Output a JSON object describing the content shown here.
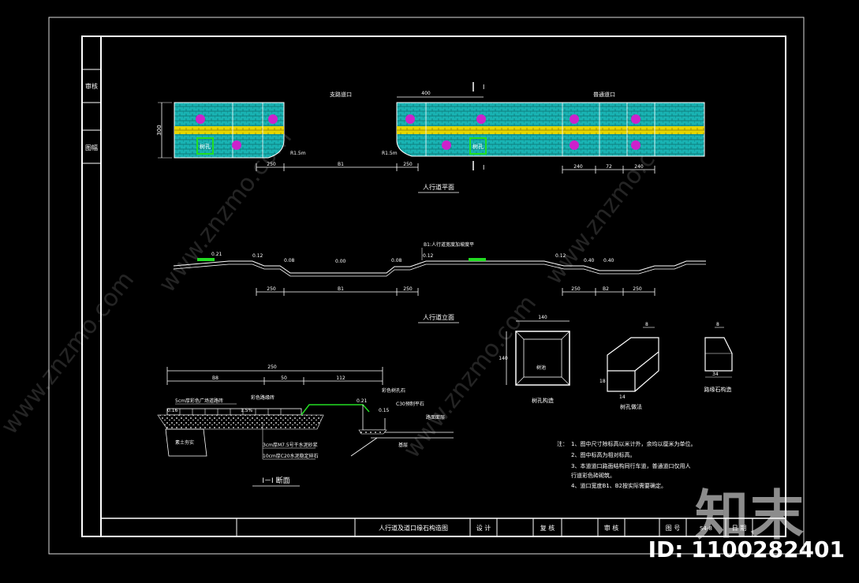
{
  "side_block": {
    "top_label": "审核",
    "bottom_label": "图幅"
  },
  "plan": {
    "left_label": "支路道口",
    "right_label": "普通道口",
    "section_mark": "I",
    "tree_pit": "树孔",
    "radius": "R1.5m",
    "height_dim": "300",
    "dims_left": [
      "250",
      "B1",
      "250"
    ],
    "dim_top": "400",
    "dims_right": [
      "240",
      "72",
      "240"
    ],
    "title": "人行道平面"
  },
  "elevation": {
    "note": "B1:人行道宽度加坡度平",
    "levels": [
      "0.21",
      "0.12",
      "0.08",
      "0.00",
      "0.08",
      "0.12",
      "0.12",
      "0.40",
      "0.40"
    ],
    "dims_left": [
      "250",
      "B1",
      "250"
    ],
    "dims_right": [
      "250",
      "B2",
      "250"
    ],
    "title": "人行道立面"
  },
  "section": {
    "total_dim": "250",
    "dims": [
      "B8",
      "50",
      "112"
    ],
    "labels": {
      "paving": "5cm厚彩色广场道路砖",
      "curb_brick": "彩色路缘砖",
      "tree_cover": "彩色树孔石",
      "curb_stone": "C30预制平石",
      "road_surface": "路面面层",
      "base": "基层",
      "sub1": "3cm厚M7.5号干水泥砂浆",
      "sub2": "10cm厚C20水泥稳定碎石",
      "soil": "素土夯实"
    },
    "levels": [
      "0.16",
      "1.5%",
      "0.21",
      "0.15"
    ],
    "title": "I－I 断面"
  },
  "details": [
    {
      "title": "树孔构造",
      "dims": [
        "140",
        "140"
      ],
      "inner": "树池"
    },
    {
      "title": "树孔做法",
      "dims": [
        "8",
        "18",
        "14"
      ]
    },
    {
      "title": "路缘石构造",
      "dims": [
        "8",
        "34"
      ]
    }
  ],
  "notes": {
    "prefix": "注：",
    "items": [
      "1、图中尺寸除标高以米计外，余均以厘米为单位。",
      "2、图中标高为相对标高。",
      "3、本道道口路面结构同行车道，普通道口仅用人",
      "   行道彩色砖砌筑。",
      "4、道口宽度B1、B2按实际需要确定。"
    ]
  },
  "title_block": {
    "drawing_title": "人行道及道口缘石构造图",
    "design": "设 计",
    "review": "复 核",
    "approve": "审 核",
    "drawing_no_label": "图 号",
    "drawing_no": "S4-8",
    "date_label": "日 期"
  },
  "watermark": {
    "text": "www.znzmo.com",
    "brand": "知末",
    "id": "ID: 1100282401"
  },
  "colors": {
    "paving": "#19b3b3",
    "band": "#e6d600",
    "tree": "#cc22cc",
    "pit": "#22dd22",
    "line": "#ffffff"
  }
}
